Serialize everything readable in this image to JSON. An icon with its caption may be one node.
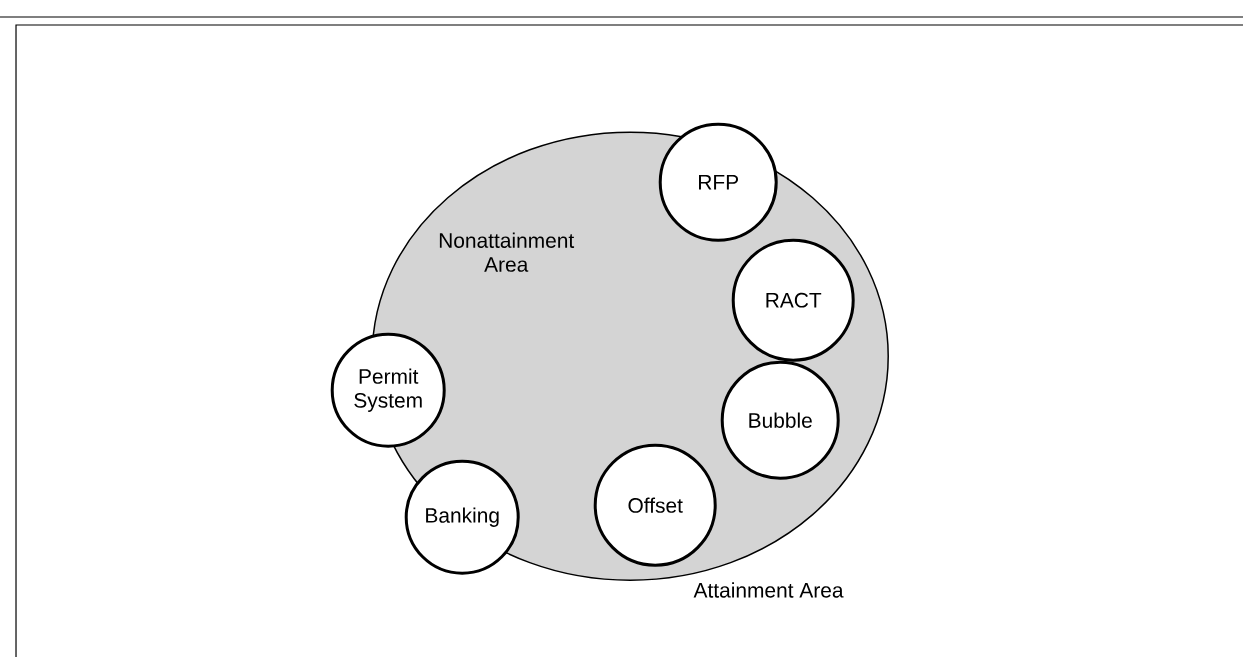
{
  "diagram": {
    "nodes": [
      {
        "text": [
          "Attainment Area"
        ]
      },
      {
        "text": [
          "Nonattainment Area"
        ],
        "in": 0
      },
      {
        "text": [
          "RFP"
        ],
        "in": 1
      },
      {
        "text": [
          "RACT"
        ],
        "in": 1
      },
      {
        "text": [
          "Permit System"
        ],
        "in": 0
      },
      {
        "text": [
          "Bubble"
        ],
        "in": 1
      },
      {
        "text": [
          "Banking"
        ],
        "in": 1
      },
      {
        "text": [
          "Offset"
        ],
        "in": 1
      }
    ]
  }
}
